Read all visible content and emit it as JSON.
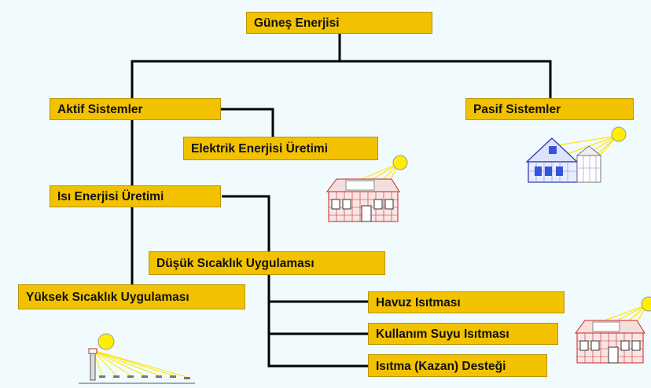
{
  "diagram": {
    "root": "Güneş Enerjisi",
    "active": "Aktif Sistemler",
    "passive": "Pasif Sistemler",
    "electric": "Elektrik Enerjisi Üretimi",
    "heat": "Isı Enerjisi Üretimi",
    "low_temp": "Düşük Sıcaklık Uygulaması",
    "high_temp": "Yüksek Sıcaklık Uygulaması",
    "pool": "Havuz Isıtması",
    "water": "Kullanım Suyu Isıtması",
    "heating": "Isıtma (Kazan) Desteği"
  },
  "colors": {
    "box": "#f2c200",
    "line": "#000000",
    "sun": "#ffee00",
    "house": "#cc2222"
  }
}
